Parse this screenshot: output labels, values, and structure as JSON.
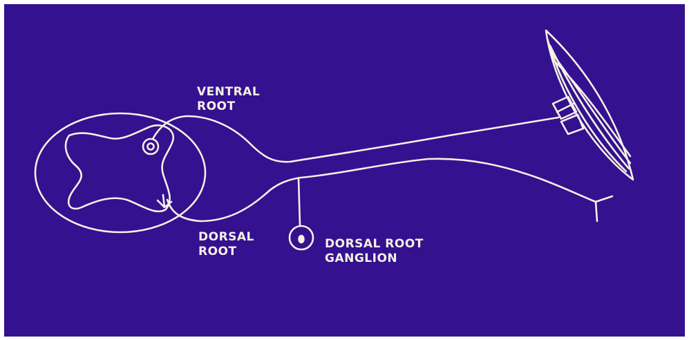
{
  "colors": {
    "background": "#34118f",
    "line": "#f4f1e6"
  },
  "labels": {
    "ventral_root": [
      "VENTRAL",
      "ROOT"
    ],
    "dorsal_root": [
      "DORSAL",
      "ROOT"
    ],
    "dorsal_root_ganglion": [
      "DORSAL ROOT",
      "GANGLION"
    ]
  }
}
